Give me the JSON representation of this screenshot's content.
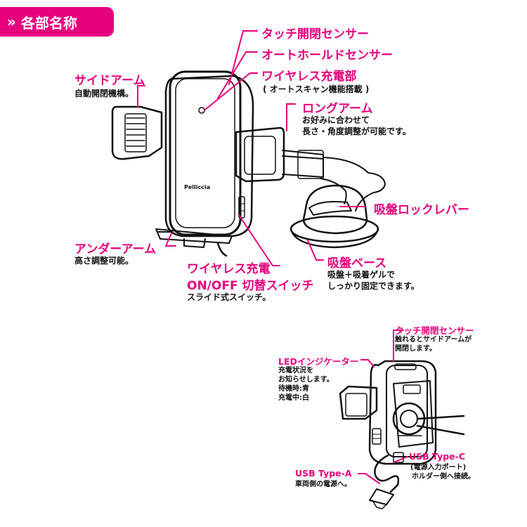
{
  "header": {
    "title": "各部名称",
    "chevron": "»",
    "accent_color": "#e6007e"
  },
  "main_diagram": {
    "brand_text": "Pelliccia",
    "touch_sensor": {
      "label": "タッチ開閉センサー"
    },
    "auto_hold_sensor": {
      "label": "オートホールドセンサー"
    },
    "wireless_charger": {
      "label": "ワイヤレス充電部",
      "note": "( オートスキャン機能搭載 )"
    },
    "side_arm": {
      "label": "サイドアーム",
      "note": "自動開閉機構。"
    },
    "long_arm": {
      "label": "ロングアーム",
      "note_line1": "お好みに合わせて",
      "note_line2": "長さ・角度調整が可能です。"
    },
    "suction_lever": {
      "label": "吸盤ロックレバー"
    },
    "under_arm": {
      "label": "アンダーアーム",
      "note": "高さ調整可能。"
    },
    "suction_base": {
      "label": "吸盤ベース",
      "note_line1": "吸盤＋吸着ゲルで",
      "note_line2": "しっかり固定できます。"
    },
    "wireless_switch": {
      "label_line1": "ワイヤレス充電",
      "label_line2": "ON/OFF 切替スイッチ",
      "note": "スライド式スイッチ。"
    }
  },
  "sub_diagram": {
    "touch_sensor": {
      "label": "タッチ開閉センサー",
      "note_line1": "触れるとサイドアームが",
      "note_line2": "開閉します。"
    },
    "led": {
      "label": "LEDインジケーター",
      "note_line1": "充電状況を",
      "note_line2": "お知らせします。",
      "note_line3": "待機時:青",
      "note_line4": "充電中:白"
    },
    "usb_c": {
      "label": "USB Type-C",
      "note_line1": "(電源入力ポート)",
      "note_line2": "ホルダー側へ接続。"
    },
    "usb_a": {
      "label": "USB Type-A",
      "note": "車両側の電源へ。"
    }
  }
}
